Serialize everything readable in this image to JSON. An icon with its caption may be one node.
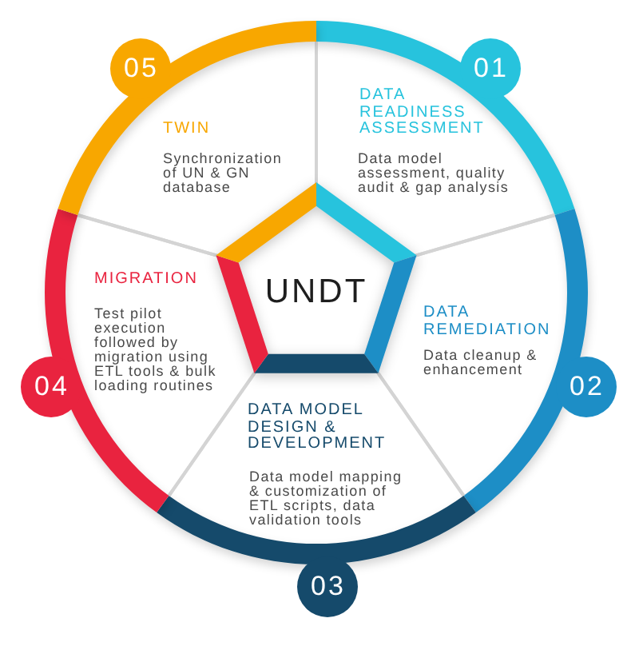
{
  "diagram": {
    "nodes": [
      {
        "text": [
          "UNDT"
        ]
      },
      {
        "text": [
          "01"
        ]
      },
      {
        "text": [
          "DATA READINESS ASSESSMENT",
          "Data model assessment, quality audit & gap analysis"
        ]
      },
      {
        "text": [
          "02"
        ]
      },
      {
        "text": [
          "DATA REMEDIATION",
          "Data cleanup & enhancement"
        ]
      },
      {
        "text": [
          "03"
        ]
      },
      {
        "text": [
          "DATA MODEL DESIGN & DEVELOPMENT",
          "Data model mapping & customization of ETL scripts, data validation tools"
        ]
      },
      {
        "text": [
          "04"
        ]
      },
      {
        "text": [
          "MIGRATION",
          "Test pilot execution followed by migration using ETL tools & bulk loading routines"
        ]
      },
      {
        "text": [
          "05"
        ]
      },
      {
        "text": [
          "TWIN",
          "Synchronization of UN & GN database"
        ]
      }
    ]
  }
}
